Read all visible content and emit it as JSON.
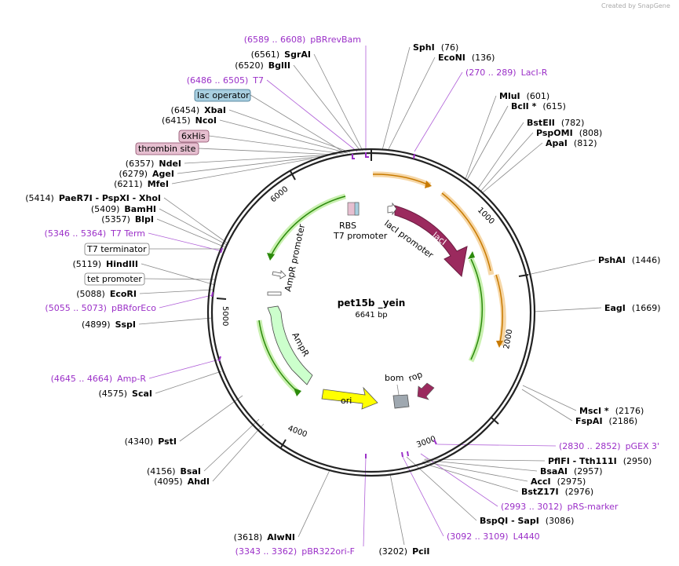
{
  "credit": "Created by SnapGene",
  "plasmid": {
    "name": "pet15b _yein",
    "size_label": "6641 bp"
  },
  "ticks": [
    "1000",
    "2000",
    "3000",
    "4000",
    "5000",
    "6000"
  ],
  "features": {
    "rbs": "RBS",
    "t7_promoter": "T7 promoter",
    "laci_promoter": "lacI promoter",
    "laci": "lacI",
    "ampr_promoter": "AmpR promoter",
    "ampr": "AmpR",
    "ori": "ori",
    "bom": "bom",
    "rop": "rop"
  },
  "boxed_features": [
    {
      "text": "lac operator",
      "fill": "#a8cfe0",
      "stroke": "#3a6f8a"
    },
    {
      "text": "6xHis",
      "fill": "#e6bfd0",
      "stroke": "#8a4a66"
    },
    {
      "text": "thrombin site",
      "fill": "#e6bfd0",
      "stroke": "#8a4a66"
    },
    {
      "text": "T7 terminator",
      "fill": "#ffffff",
      "stroke": "#777777"
    },
    {
      "text": "tet promoter",
      "fill": "#ffffff",
      "stroke": "#777777"
    }
  ],
  "sites": [
    {
      "pos": "(6589 .. 6608)",
      "name": "pBRrevBam",
      "type": "primer"
    },
    {
      "pos": "(6561)",
      "name": "SgrAI",
      "type": "enzyme"
    },
    {
      "pos": "(6520)",
      "name": "BglII",
      "type": "enzyme"
    },
    {
      "pos": "(6486 .. 6505)",
      "name": "T7",
      "type": "primer"
    },
    {
      "pos": "(6454)",
      "name": "XbaI",
      "type": "enzyme"
    },
    {
      "pos": "(6415)",
      "name": "NcoI",
      "type": "enzyme"
    },
    {
      "pos": "(6357)",
      "name": "NdeI",
      "type": "enzyme"
    },
    {
      "pos": "(6279)",
      "name": "AgeI",
      "type": "enzyme"
    },
    {
      "pos": "(6211)",
      "name": "MfeI",
      "type": "enzyme"
    },
    {
      "pos": "(5414)",
      "name": "PaeR7I  - PspXI  - XhoI",
      "type": "enzyme"
    },
    {
      "pos": "(5409)",
      "name": "BamHI",
      "type": "enzyme"
    },
    {
      "pos": "(5357)",
      "name": "BlpI",
      "type": "enzyme"
    },
    {
      "pos": "(5346 .. 5364)",
      "name": "T7 Term",
      "type": "primer"
    },
    {
      "pos": "(5119)",
      "name": "HindIII",
      "type": "enzyme"
    },
    {
      "pos": "(5088)",
      "name": "EcoRI",
      "type": "enzyme"
    },
    {
      "pos": "(5055 .. 5073)",
      "name": "pBRforEco",
      "type": "primer"
    },
    {
      "pos": "(4899)",
      "name": "SspI",
      "type": "enzyme"
    },
    {
      "pos": "(4645 .. 4664)",
      "name": "Amp-R",
      "type": "primer"
    },
    {
      "pos": "(4575)",
      "name": "ScaI",
      "type": "enzyme"
    },
    {
      "pos": "(4340)",
      "name": "PstI",
      "type": "enzyme"
    },
    {
      "pos": "(4156)",
      "name": "BsaI",
      "type": "enzyme"
    },
    {
      "pos": "(4095)",
      "name": "AhdI",
      "type": "enzyme"
    },
    {
      "pos": "(3618)",
      "name": "AlwNI",
      "type": "enzyme"
    },
    {
      "pos": "(3343 .. 3362)",
      "name": "pBR322ori-F",
      "type": "primer"
    },
    {
      "pos": "(3202)",
      "name": "PciI",
      "type": "enzyme"
    },
    {
      "pos": "(3092 .. 3109)",
      "name": "L4440",
      "type": "primer"
    },
    {
      "pos": "(3086)",
      "name": "BspQI  - SapI",
      "type": "enzyme"
    },
    {
      "pos": "(2993 .. 3012)",
      "name": "pRS-marker",
      "type": "primer"
    },
    {
      "pos": "(2976)",
      "name": "BstZ17I",
      "type": "enzyme"
    },
    {
      "pos": "(2975)",
      "name": "AccI",
      "type": "enzyme"
    },
    {
      "pos": "(2957)",
      "name": "BsaAI",
      "type": "enzyme"
    },
    {
      "pos": "(2950)",
      "name": "PflFI  - Tth111I",
      "type": "enzyme"
    },
    {
      "pos": "(2830 .. 2852)",
      "name": "pGEX 3'",
      "type": "primer"
    },
    {
      "pos": "(2186)",
      "name": "FspAI",
      "type": "enzyme"
    },
    {
      "pos": "(2176)",
      "name": "MscI *",
      "type": "enzyme"
    },
    {
      "pos": "(1669)",
      "name": "EagI",
      "type": "enzyme"
    },
    {
      "pos": "(1446)",
      "name": "PshAI",
      "type": "enzyme"
    },
    {
      "pos": "(812)",
      "name": "ApaI",
      "type": "enzyme"
    },
    {
      "pos": "(808)",
      "name": "PspOMI",
      "type": "enzyme"
    },
    {
      "pos": "(782)",
      "name": "BstEII",
      "type": "enzyme"
    },
    {
      "pos": "(615)",
      "name": "BclI *",
      "type": "enzyme"
    },
    {
      "pos": "(601)",
      "name": "MluI",
      "type": "enzyme"
    },
    {
      "pos": "(270 .. 289)",
      "name": "LacI-R",
      "type": "primer"
    },
    {
      "pos": "(136)",
      "name": "EcoNI",
      "type": "enzyme"
    },
    {
      "pos": "(76)",
      "name": "SphI",
      "type": "enzyme"
    }
  ]
}
